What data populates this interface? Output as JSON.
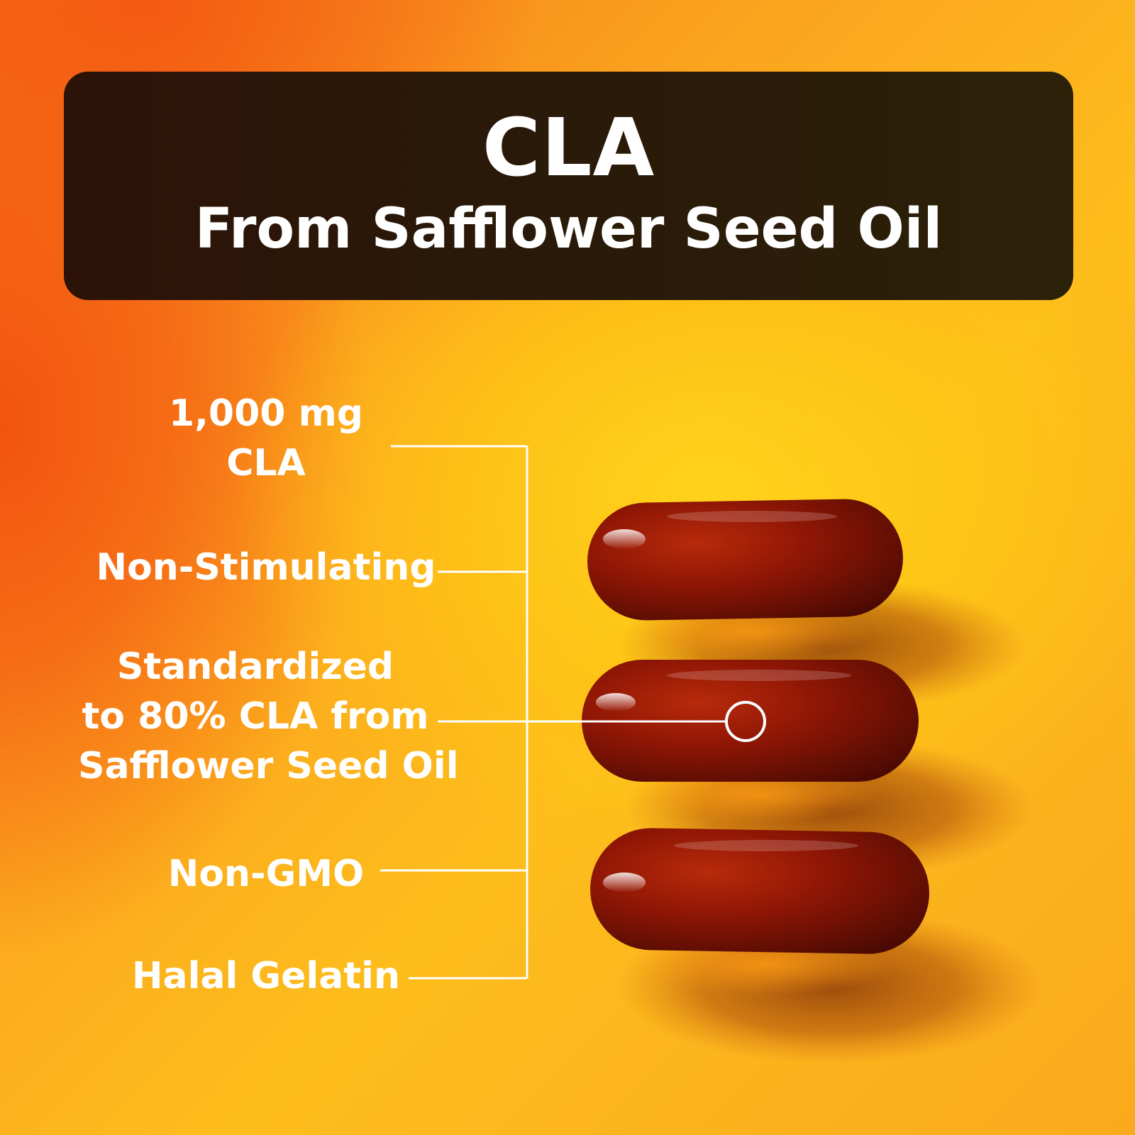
{
  "banner": {
    "title": "CLA",
    "subtitle": "From Safflower Seed Oil"
  },
  "features": [
    {
      "line1": "1,000 mg",
      "line2": "CLA"
    },
    {
      "line1": "Non-Stimulating"
    },
    {
      "line1": "Standardized",
      "line2": "to 80% CLA from",
      "line3": "Safflower Seed Oil"
    },
    {
      "line1": "Non-GMO"
    },
    {
      "line1": "Halal Gelatin"
    }
  ],
  "icons": {
    "capsule": "softgel-capsule-icon",
    "marker": "circle-marker-icon"
  },
  "colors": {
    "banner": "#2b1808",
    "text": "#ffffff",
    "capsule": "#8a1406",
    "background_orange": "#f45a12",
    "background_yellow": "#ffc814"
  }
}
